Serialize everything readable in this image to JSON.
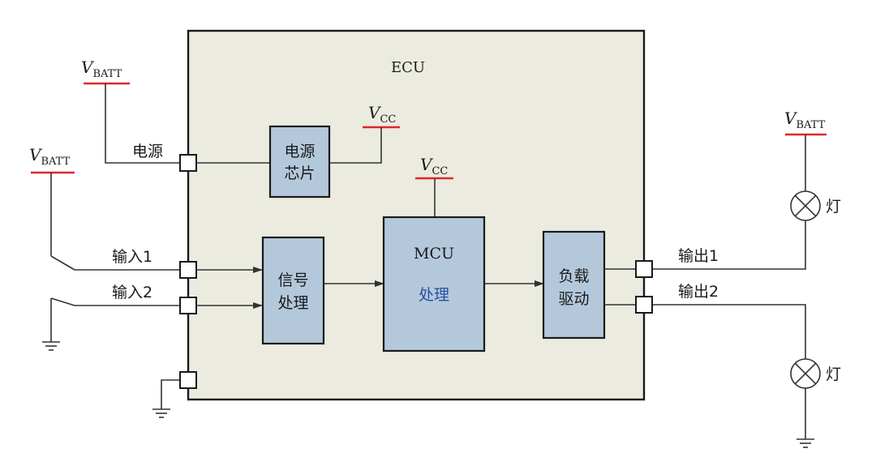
{
  "ecu": {
    "label": "ECU",
    "fill": "#ebebe0"
  },
  "supply": {
    "v_prefix": "V",
    "batt_sub": "BATT",
    "cc_sub": "CC",
    "rail_color": "#e0262a"
  },
  "blocks": {
    "power_chip": [
      "电源",
      "芯片"
    ],
    "signal": [
      "信号",
      "处理"
    ],
    "mcu_title": "MCU",
    "mcu_sub": "处理",
    "mcu_sub_color": "#2a4fa0",
    "driver": [
      "负载",
      "驱动"
    ],
    "block_fill": "#b4c8dc"
  },
  "pins": {
    "power": "电源",
    "input1": "输入1",
    "input2": "输入2",
    "output1": "输出1",
    "output2": "输出2"
  },
  "lamps": {
    "lamp1": "灯",
    "lamp2": "灯"
  }
}
